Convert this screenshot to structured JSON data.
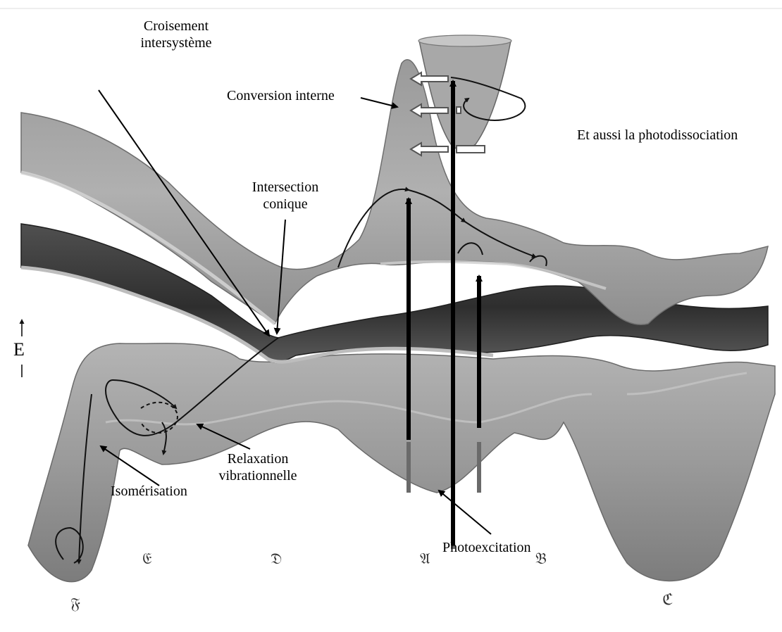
{
  "labels": {
    "croisement_line1": "Croisement",
    "croisement_line2": "intersystème",
    "conversion": "Conversion interne",
    "photodissociation": "Et aussi la photodissociation",
    "intersection_line1": "Intersection",
    "intersection_line2": "conique",
    "energy_axis": "E",
    "relaxation_line1": "Relaxation",
    "relaxation_line2": "vibrationnelle",
    "isomerisation": "Isomérisation",
    "photoexcitation": "Photoexcitation"
  },
  "region_letters": {
    "E": "𝔈",
    "D": "𝔇",
    "A": "𝔄",
    "B": "𝔅",
    "F": "𝔉",
    "C": "ℭ"
  },
  "colors": {
    "lower_surface": "#9c9c9c",
    "middle_surface": "#3c3c3c",
    "upper_surface": "#a6a6a6",
    "rim": "#c8c8c8",
    "arrow": "#000000"
  }
}
